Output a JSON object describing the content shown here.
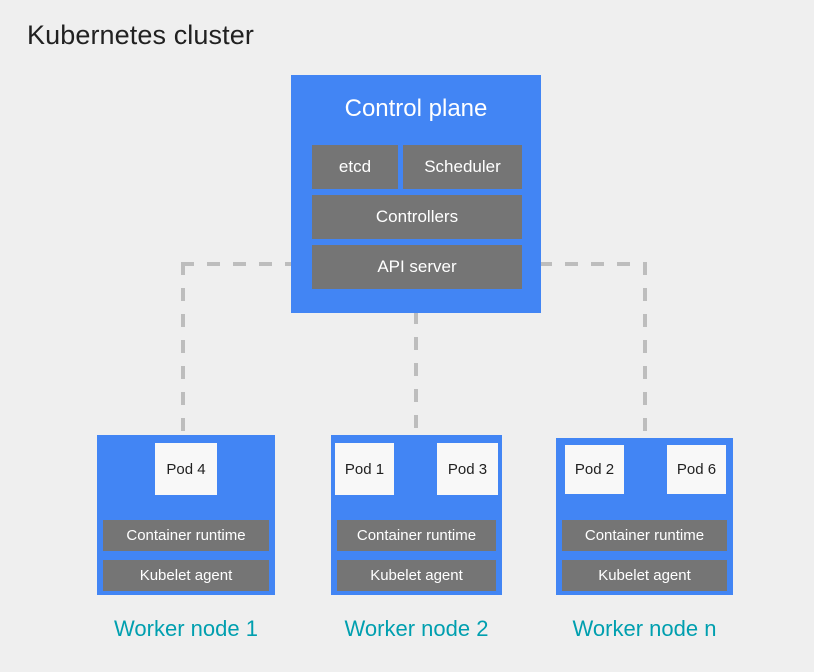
{
  "title": "Kubernetes cluster",
  "colors": {
    "background": "#efefef",
    "panel_blue": "#4285F4",
    "component_gray": "#757575",
    "pod_white": "#F8F8F8",
    "label_teal": "#009FAF",
    "connector_gray": "#bdbdbd",
    "title_text": "#212121"
  },
  "control_plane": {
    "title": "Control plane",
    "components": [
      {
        "id": "etcd",
        "label": "etcd"
      },
      {
        "id": "scheduler",
        "label": "Scheduler"
      },
      {
        "id": "controllers",
        "label": "Controllers"
      },
      {
        "id": "api_server",
        "label": "API server"
      }
    ]
  },
  "worker_nodes": [
    {
      "id": "worker-node-1",
      "label": "Worker node 1",
      "pods": [
        {
          "label": "Pod 4"
        }
      ],
      "components": [
        {
          "label": "Container runtime"
        },
        {
          "label": "Kubelet agent"
        }
      ]
    },
    {
      "id": "worker-node-2",
      "label": "Worker node 2",
      "pods": [
        {
          "label": "Pod 1"
        },
        {
          "label": "Pod 3"
        }
      ],
      "components": [
        {
          "label": "Container runtime"
        },
        {
          "label": "Kubelet agent"
        }
      ]
    },
    {
      "id": "worker-node-n",
      "label": "Worker node n",
      "pods": [
        {
          "label": "Pod 2"
        },
        {
          "label": "Pod 6"
        }
      ],
      "components": [
        {
          "label": "Container runtime"
        },
        {
          "label": "Kubelet agent"
        }
      ]
    }
  ],
  "connectors": [
    {
      "id": "api-to-worker-1",
      "style": "dashed",
      "from": "api_server",
      "to": "worker-node-1"
    },
    {
      "id": "api-to-worker-2",
      "style": "dashed",
      "from": "api_server",
      "to": "worker-node-2"
    },
    {
      "id": "api-to-worker-n",
      "style": "dashed",
      "from": "api_server",
      "to": "worker-node-n"
    }
  ]
}
